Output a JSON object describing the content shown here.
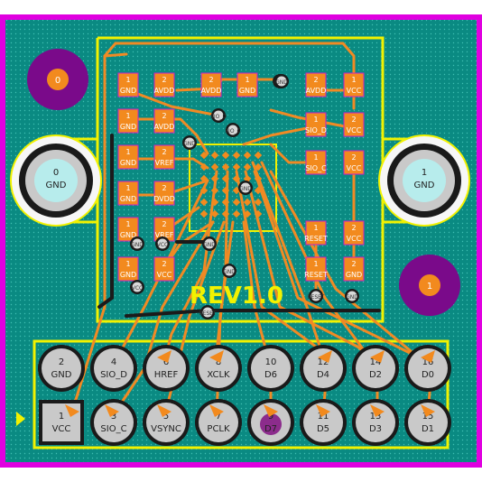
{
  "board": {
    "silkscreen_label": "REV1.0",
    "colors": {
      "outline": "#e000e0",
      "copper_fill": "#0a8a82",
      "silk": "#f2f200",
      "pad": "#f28a1e",
      "trace": "#f08a24",
      "mount_hole": "#7a0a8a",
      "thru_pad": "#c9c9c9"
    }
  },
  "mount_holes": [
    {
      "label": "0",
      "net": "GND"
    },
    {
      "label": "1",
      "net": "GND"
    },
    {
      "label": "0"
    },
    {
      "label": "1"
    }
  ],
  "smd_pads": [
    {
      "num": "1",
      "net": "GND"
    },
    {
      "num": "2",
      "net": "AVDD"
    },
    {
      "num": "2",
      "net": "AVDD"
    },
    {
      "num": "1",
      "net": "GND"
    },
    {
      "num": "2",
      "net": "AVDD"
    },
    {
      "num": "1",
      "net": "VCC"
    },
    {
      "num": "1",
      "net": "GND"
    },
    {
      "num": "2",
      "net": "AVDD"
    },
    {
      "num": "1",
      "net": "SIO_D"
    },
    {
      "num": "2",
      "net": "VCC"
    },
    {
      "num": "1",
      "net": "GND"
    },
    {
      "num": "2",
      "net": "VREF"
    },
    {
      "num": "1",
      "net": "GND"
    },
    {
      "num": "2",
      "net": "DVDD"
    },
    {
      "num": "1",
      "net": "SIO_C"
    },
    {
      "num": "2",
      "net": "VCC"
    },
    {
      "num": "1",
      "net": "GND"
    },
    {
      "num": "2",
      "net": "VREF"
    },
    {
      "num": "1",
      "net": "RESET"
    },
    {
      "num": "2",
      "net": "VCC"
    },
    {
      "num": "1",
      "net": "GND"
    },
    {
      "num": "2",
      "net": "VCC"
    },
    {
      "num": "1",
      "net": "RESET"
    },
    {
      "num": "2",
      "net": "GND"
    }
  ],
  "vias": [
    "GND",
    "SIO_D",
    "SIO_C",
    "GND",
    "GND",
    "GND",
    "VCC",
    "GND",
    "VCC",
    "GND",
    "RESET",
    "GND",
    "RESET",
    "GND"
  ],
  "header_top": [
    {
      "num": "2",
      "net": "GND"
    },
    {
      "num": "4",
      "net": "SIO_D"
    },
    {
      "num": "6",
      "net": "HREF"
    },
    {
      "num": "8",
      "net": "XCLK"
    },
    {
      "num": "10",
      "net": "D6"
    },
    {
      "num": "12",
      "net": "D4"
    },
    {
      "num": "14",
      "net": "D2"
    },
    {
      "num": "16",
      "net": "D0"
    }
  ],
  "header_bottom": [
    {
      "num": "1",
      "net": "VCC"
    },
    {
      "num": "3",
      "net": "SIO_C"
    },
    {
      "num": "5",
      "net": "VSYNC"
    },
    {
      "num": "7",
      "net": "PCLK"
    },
    {
      "num": "9",
      "net": "D7"
    },
    {
      "num": "11",
      "net": "D5"
    },
    {
      "num": "13",
      "net": "D3"
    },
    {
      "num": "15",
      "net": "D1"
    }
  ]
}
